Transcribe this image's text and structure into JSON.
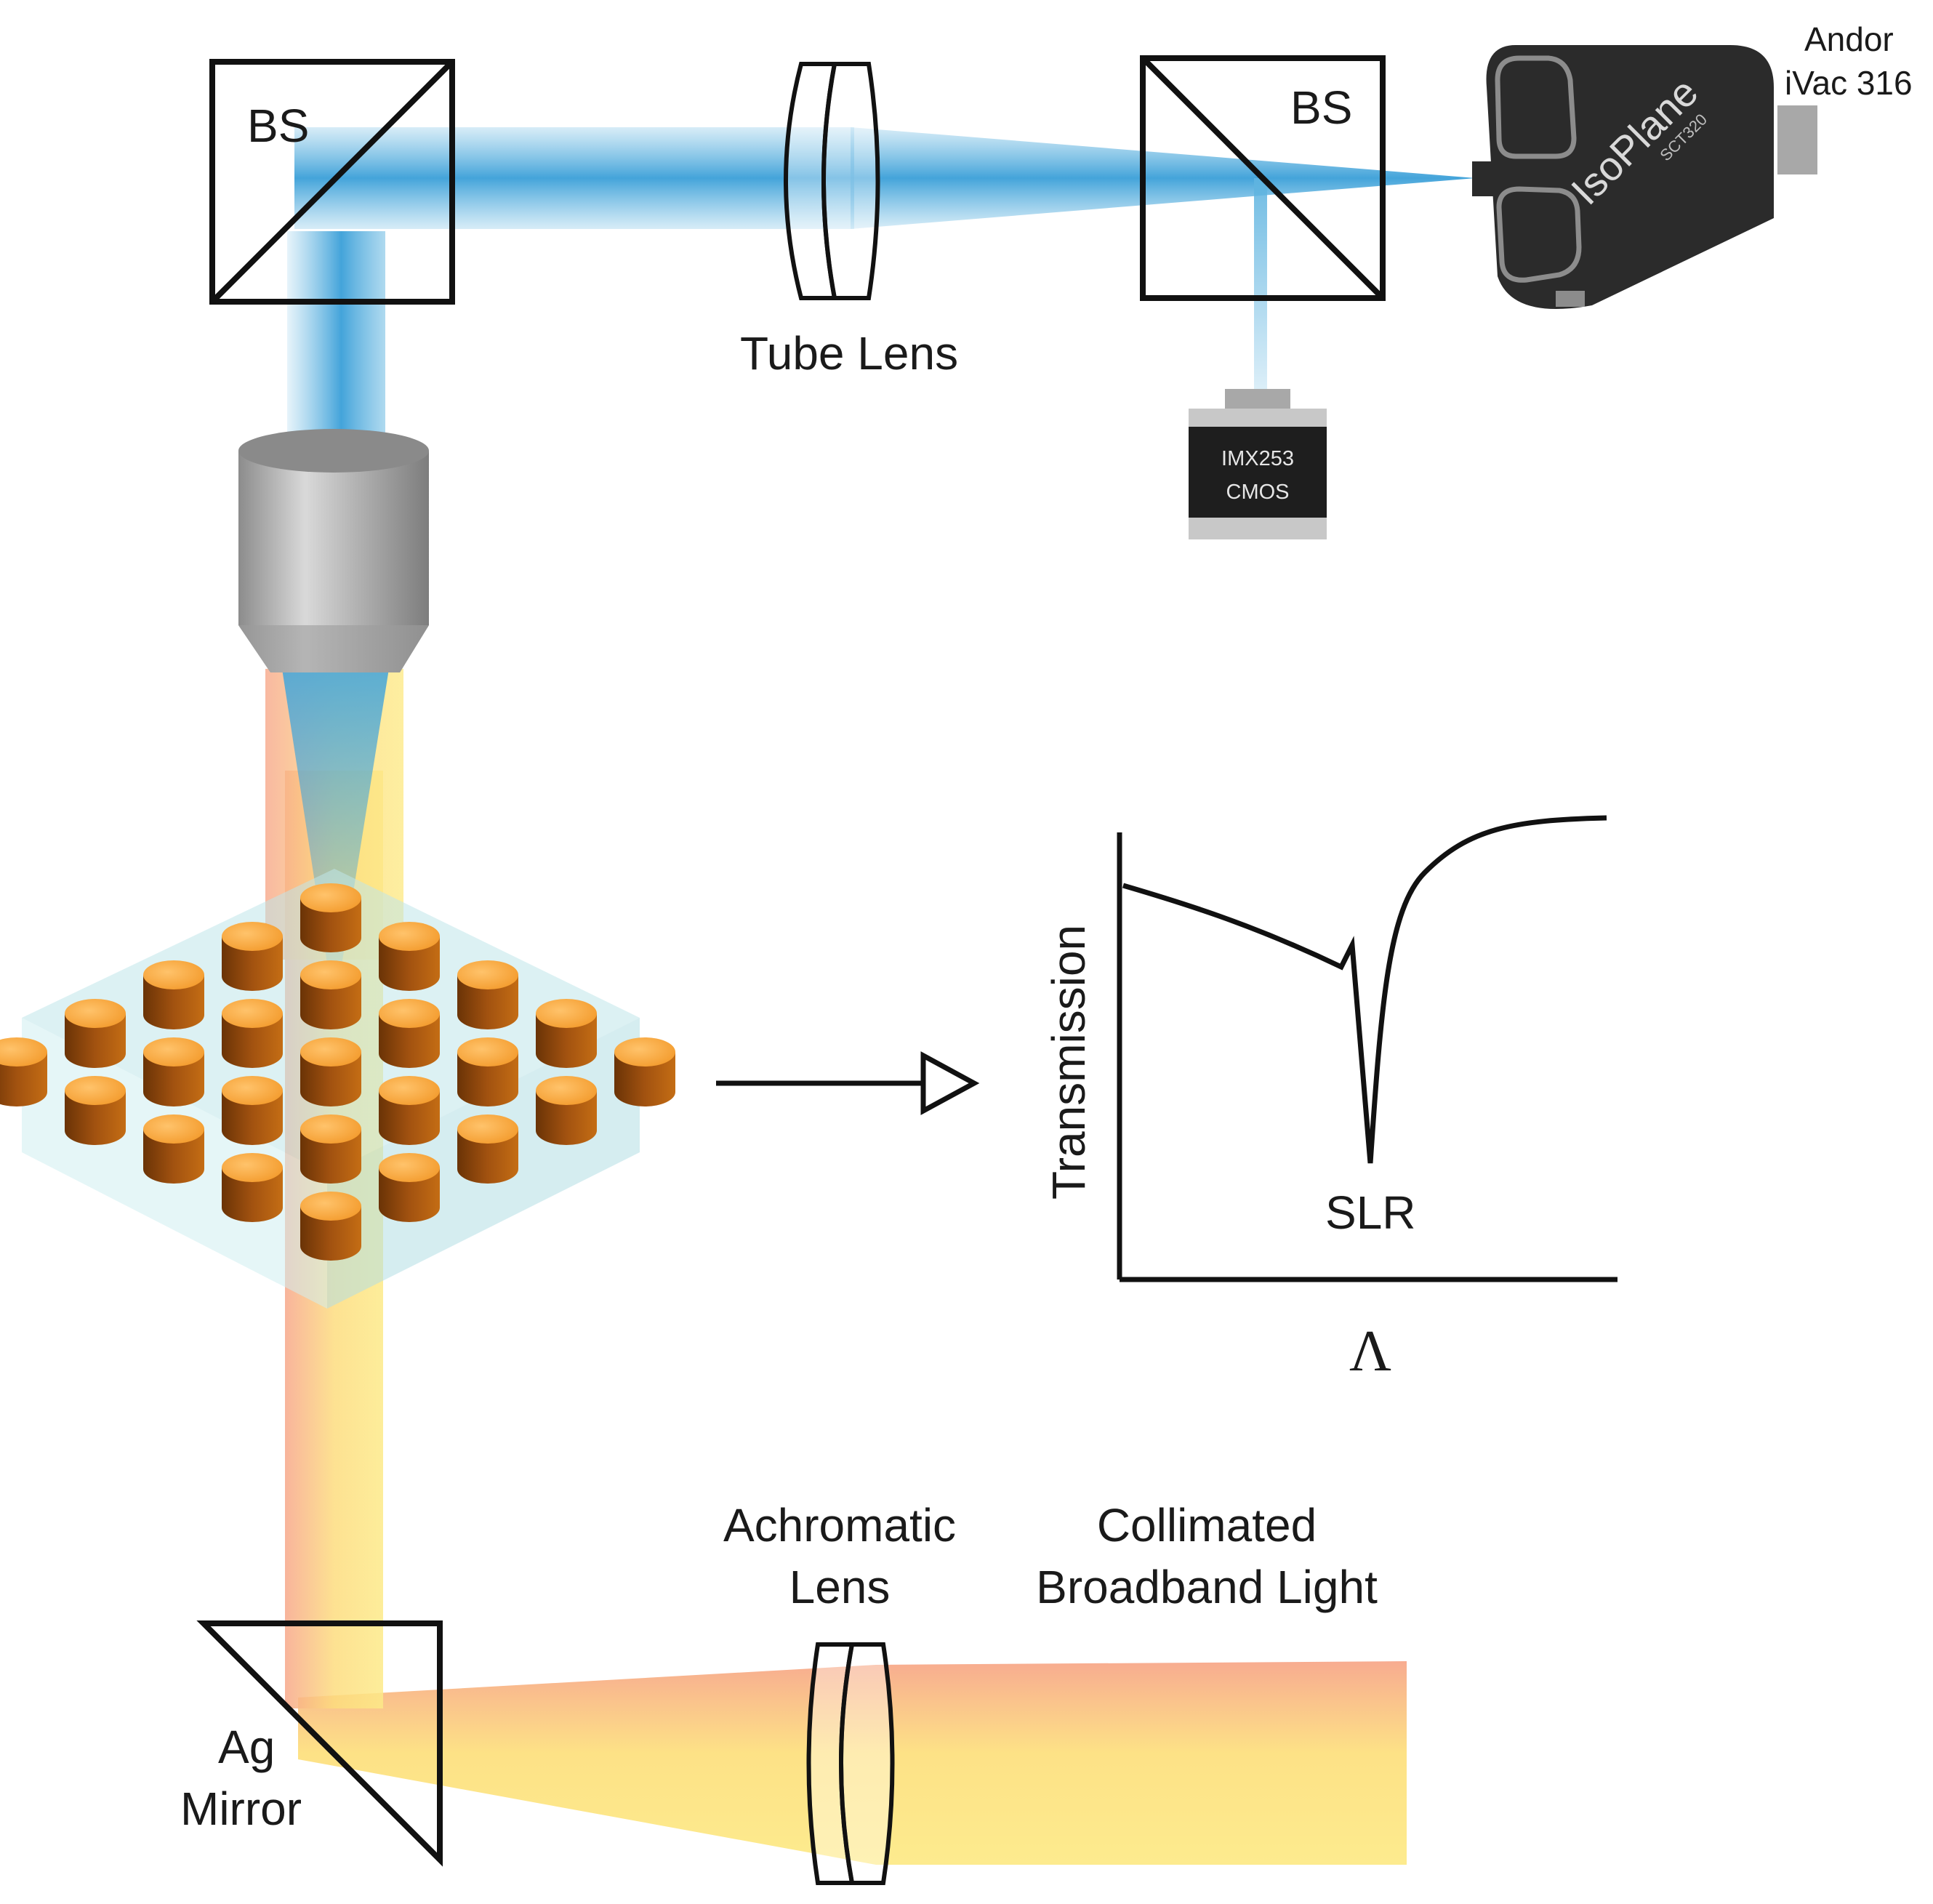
{
  "labels": {
    "bs_left": "BS",
    "bs_right": "BS",
    "tube_lens": "Tube Lens",
    "spectrometer_vendor_line1": "Andor",
    "spectrometer_vendor_line2": "iVac 316",
    "spectrometer_brand": "IsoPlane",
    "spectrometer_model": "SCT320",
    "camera_line1": "IMX253",
    "camera_line2": "CMOS",
    "transmission_axis": "Transmission",
    "resonance_label": "SLR",
    "wavelength_axis": "Λ",
    "achromatic_lens_line1": "Achromatic",
    "achromatic_lens_line2": "Lens",
    "source_line1": "Collimated",
    "source_line2": "Broadband Light",
    "mirror_line1": "Ag",
    "mirror_line2": "Mirror"
  },
  "colors": {
    "blue_beam": "#5fb4e0",
    "broadband_warm": "#f7a78a",
    "broadband_yellow": "#fde57f",
    "particle_orange": "#e88a1a",
    "substrate": "#bfe6ea",
    "objective_gray": "#a8a8a8",
    "spectrometer_body": "#2b2b2b"
  }
}
